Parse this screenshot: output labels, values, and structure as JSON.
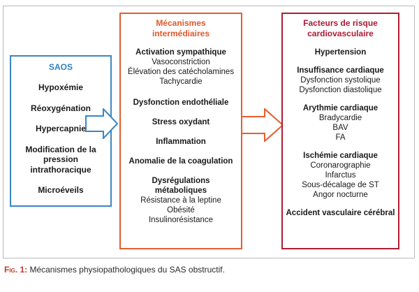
{
  "saos": {
    "title": "SAOS",
    "items": [
      "Hypoxémie",
      "Réoxygénation",
      "Hypercapnie",
      "Modification de la pression intrathoracique",
      "Microéveils"
    ]
  },
  "mechanisms": {
    "title": "Mécanismes intermédiaires",
    "groups": [
      {
        "head": "Activation sympathique",
        "subs": [
          "Vasoconstriction",
          "Élévation des catécholamines",
          "Tachycardie"
        ]
      },
      {
        "head": "Dysfonction endothéliale",
        "subs": []
      },
      {
        "head": "Stress oxydant",
        "subs": []
      },
      {
        "head": "Inflammation",
        "subs": []
      },
      {
        "head": "Anomalie de la coagulation",
        "subs": []
      },
      {
        "head": "Dysrégulations métaboliques",
        "subs": [
          "Résistance à la leptine",
          "Obésité",
          "Insulinorésistance"
        ]
      }
    ]
  },
  "risk_factors": {
    "title": "Facteurs de risque cardiovasculaire",
    "groups": [
      {
        "head": "Hypertension",
        "subs": []
      },
      {
        "head": "Insuffisance cardiaque",
        "subs": [
          "Dysfonction systolique",
          "Dysfonction diastolique"
        ]
      },
      {
        "head": "Arythmie cardiaque",
        "subs": [
          "Bradycardie",
          "BAV",
          "FA"
        ]
      },
      {
        "head": "Ischémie cardiaque",
        "subs": [
          "Coronarographie",
          "Infarctus",
          "Sous-décalage de ST",
          "Angor nocturne"
        ]
      },
      {
        "head": "Accident vasculaire cérébral",
        "subs": []
      }
    ]
  },
  "caption": {
    "label": "Fig. 1:",
    "text": " Mécanismes physiopathologiques du SAS obstructif."
  },
  "colors": {
    "saos": "#3a86c4",
    "mechanisms": "#e65d2e",
    "risk_factors": "#b01c33"
  }
}
